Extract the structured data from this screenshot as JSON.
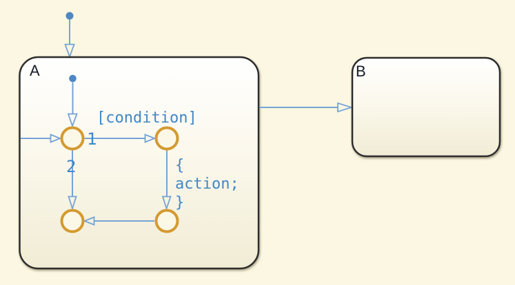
{
  "diagram": {
    "type": "stateflow-state-machine-chart",
    "states": [
      {
        "id": "A",
        "label": "A"
      },
      {
        "id": "B",
        "label": "B"
      }
    ],
    "junctions": [
      "top-left",
      "top-right",
      "bottom-right",
      "bottom-left"
    ],
    "transition_labels": {
      "condition": "[condition]",
      "execution_order_1": "1",
      "execution_order_2": "2",
      "action_open": "{",
      "action_body": "action;",
      "action_close": "}"
    },
    "colors": {
      "canvas_background": "#fbf7e2",
      "state_fill_top": "#ffffff",
      "state_fill_bottom": "#f1ecd5",
      "state_border": "#2d2d2d",
      "state_name_text": "#151b26",
      "transition_line_blue": "#74a3d6",
      "transition_label_blue": "#4187c6",
      "junction_orange": "#d49a30",
      "junction_fill": "#fcf8e8",
      "default_transition_dot_blue": "#4e87c5"
    }
  }
}
